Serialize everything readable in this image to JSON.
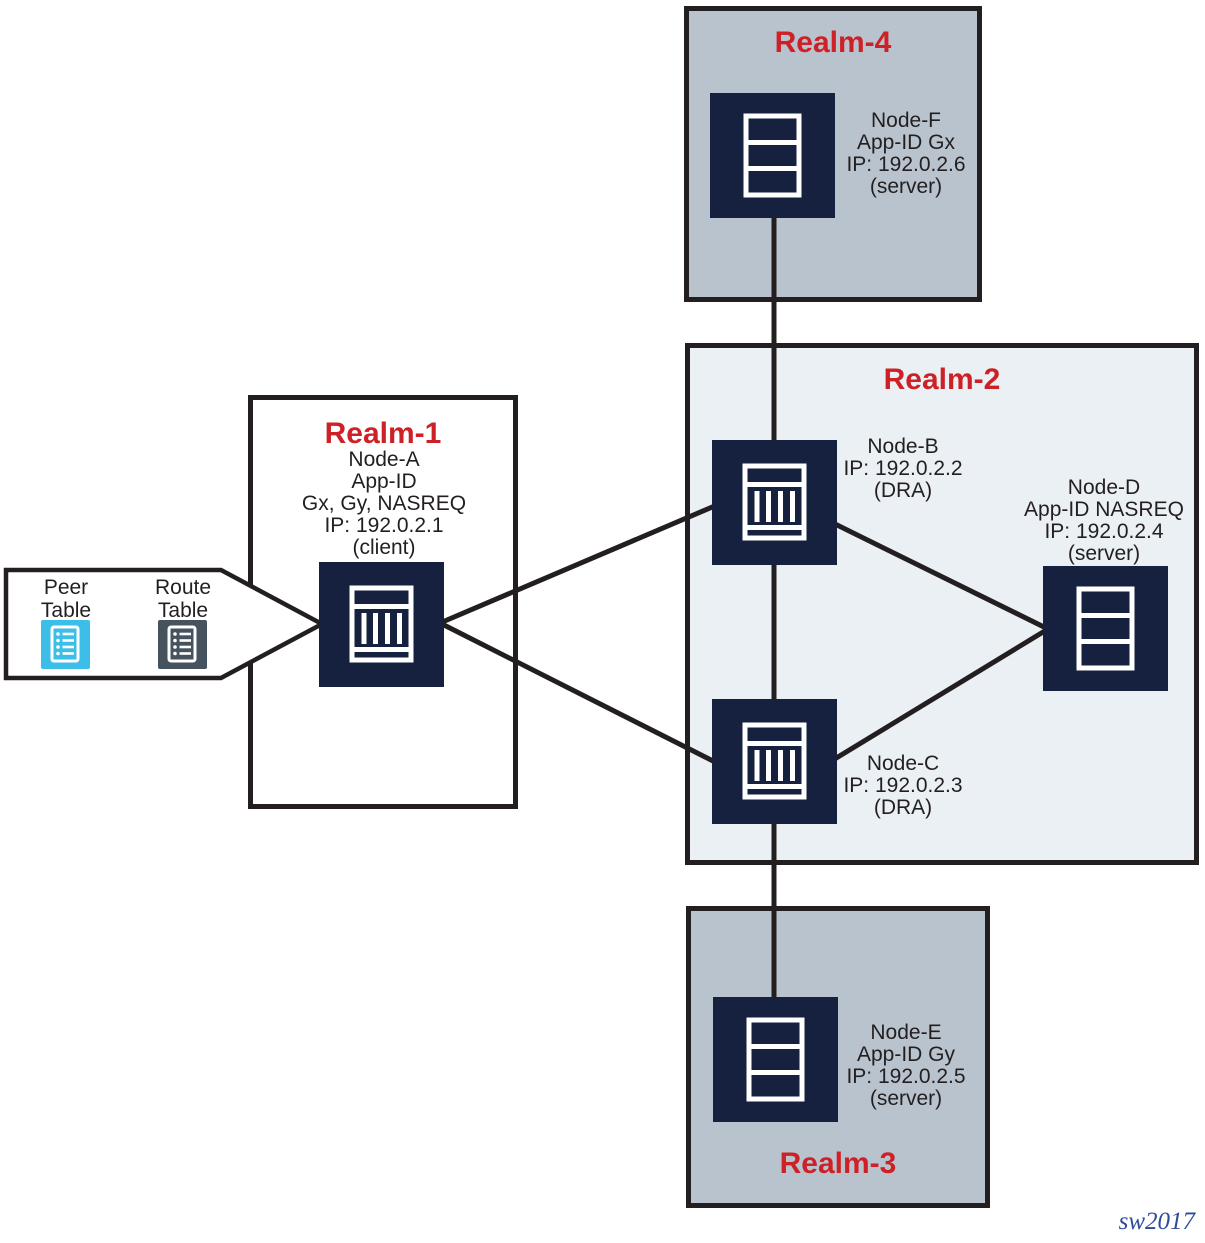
{
  "realms": {
    "realm1": {
      "title": "Realm-1"
    },
    "realm2": {
      "title": "Realm-2"
    },
    "realm3": {
      "title": "Realm-3"
    },
    "realm4": {
      "title": "Realm-4"
    }
  },
  "nodes": {
    "node_a": {
      "icon": "dra-router-icon",
      "lines": [
        "Node-A",
        "App-ID",
        "Gx, Gy, NASREQ",
        "IP: 192.0.2.1",
        "(client)"
      ]
    },
    "node_b": {
      "icon": "dra-router-icon",
      "lines": [
        "Node-B",
        "IP: 192.0.2.2",
        "(DRA)"
      ]
    },
    "node_c": {
      "icon": "dra-router-icon",
      "lines": [
        "Node-C",
        "IP: 192.0.2.3",
        "(DRA)"
      ]
    },
    "node_d": {
      "icon": "server-icon",
      "lines": [
        "Node-D",
        "App-ID NASREQ",
        "IP: 192.0.2.4",
        "(server)"
      ]
    },
    "node_e": {
      "icon": "server-icon",
      "lines": [
        "Node-E",
        "App-ID Gy",
        "IP: 192.0.2.5",
        "(server)"
      ]
    },
    "node_f": {
      "icon": "server-icon",
      "lines": [
        "Node-F",
        "App-ID Gx",
        "IP: 192.0.2.6",
        "(server)"
      ]
    }
  },
  "callout": {
    "peer": {
      "line1": "Peer",
      "line2": "Table",
      "icon": "list-table-icon",
      "icon_color": "#3cbee8"
    },
    "route": {
      "line1": "Route",
      "line2": "Table",
      "icon": "list-table-icon",
      "icon_color": "#46525e"
    }
  },
  "watermark": "sw2017",
  "colors": {
    "realm_gray_bg": "#b9c3cd",
    "realm2_bg": "#ebf0f5",
    "realm1_bg": "#ffffff",
    "realm_title_red": "#ce2127",
    "node_square_navy": "#15213e",
    "line_black": "#231f20",
    "peer_table_cyan": "#3cbee8",
    "route_table_slate": "#46525e",
    "watermark_blue": "#2d4b9b"
  }
}
